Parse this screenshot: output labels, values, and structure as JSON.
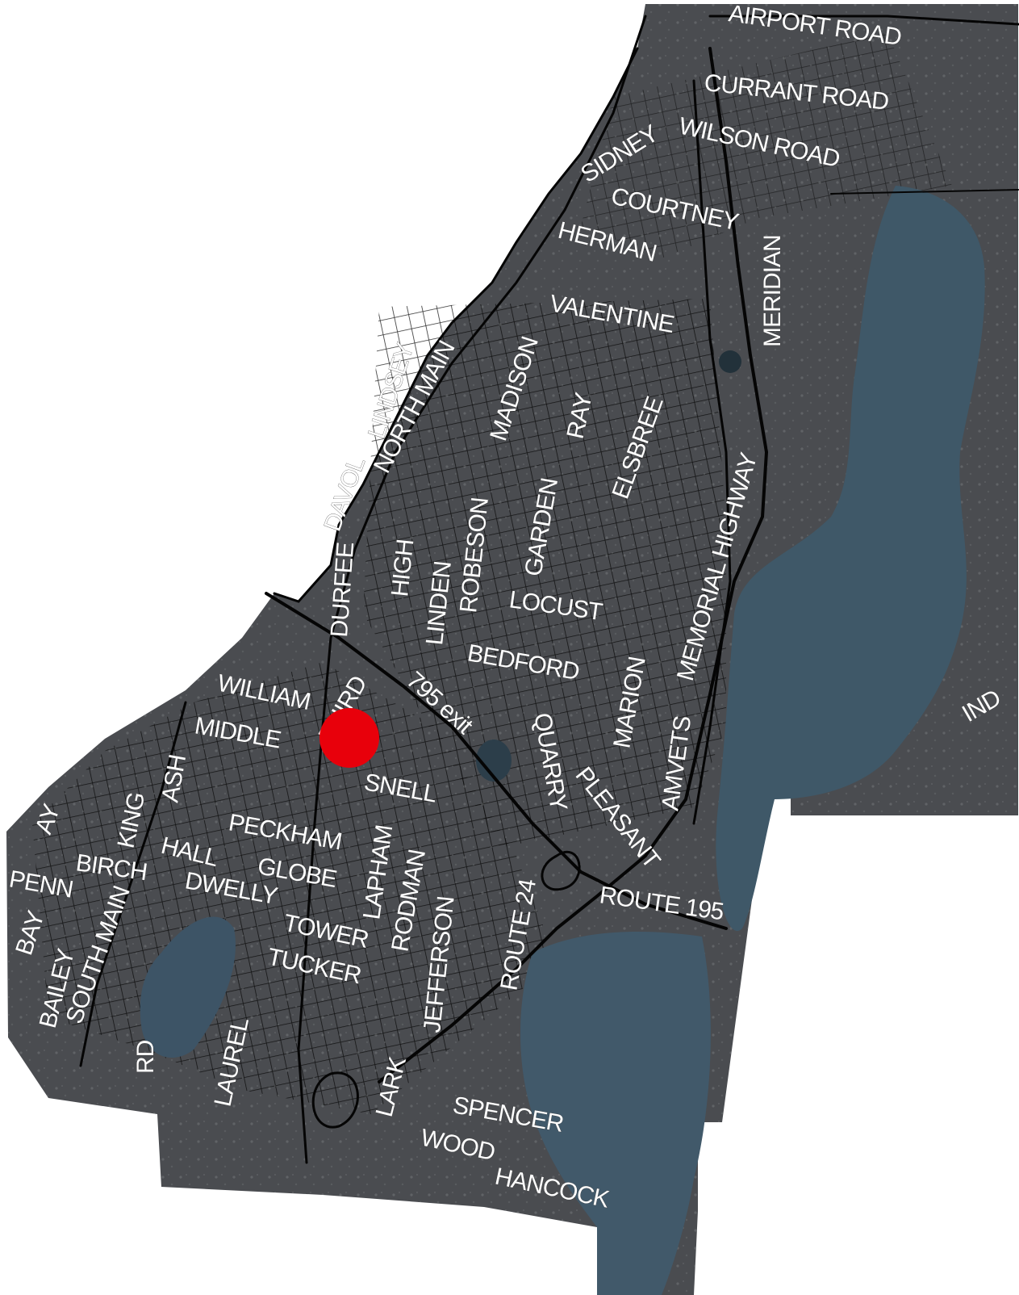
{
  "map": {
    "colors": {
      "land": "#4a4c50",
      "water": "#3e5566",
      "roads": "#050505",
      "labels": "#ffffff",
      "marker": "#e8000b",
      "background": "#ffffff"
    },
    "marker": {
      "name": "location-marker",
      "color": "#e8000b"
    },
    "street_labels": [
      "AIRPORT ROAD",
      "CURRANT ROAD",
      "WILSON ROAD",
      "SIDNEY",
      "COURTNEY",
      "HERMAN",
      "MERIDIAN",
      "VALENTINE",
      "LINDSEY",
      "NORTH MAIN",
      "MADISON",
      "RAY",
      "ELSBREE",
      "DAVOL",
      "MEMORIAL HIGHWAY",
      "ROBESON",
      "GARDEN",
      "DURFEE",
      "HIGH",
      "LINDEN",
      "LOCUST",
      "BEDFORD",
      "AMVETS",
      "MARION",
      "WILLIAM",
      "THIRD",
      "795 exit",
      "QUARRY",
      "IND",
      "MIDDLE",
      "SNELL",
      "PLEASANT",
      "ASH",
      "KING",
      "AY",
      "PECKHAM",
      "HALL",
      "BIRCH",
      "GLOBE",
      "PENN",
      "DWELLY",
      "LAPHAM",
      "RODMAN",
      "JEFFERSON",
      "ROUTE 24",
      "ROUTE 195",
      "BAY",
      "BAILEY",
      "SOUTH MAIN",
      "TOWER",
      "TUCKER",
      "RD",
      "LAUREL",
      "LARK",
      "SPENCER",
      "WOOD",
      "HANCOCK"
    ]
  }
}
